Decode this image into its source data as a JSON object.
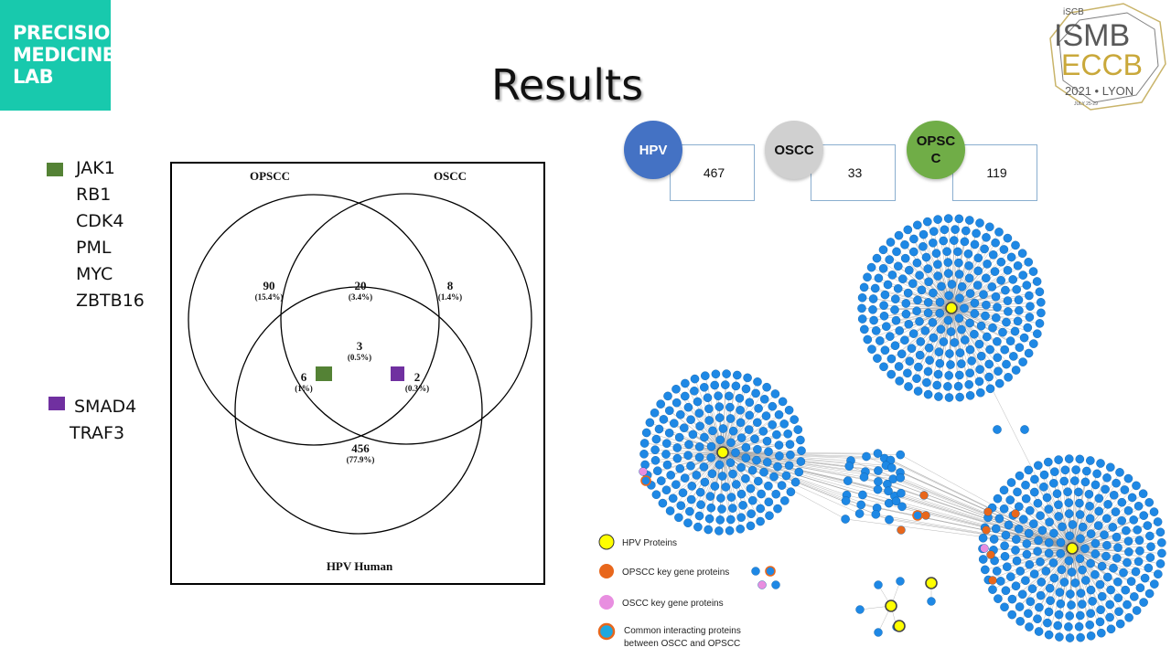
{
  "logo": {
    "lines": [
      "PRECISION",
      "MEDICINE",
      "LAB"
    ]
  },
  "conference_logo": {
    "badge": "iSCB",
    "line1": "ISMB",
    "line2": "ECCB",
    "line3": "2021 • LYON",
    "line4": "JULY 25-29"
  },
  "title": "Results",
  "gene_groups": [
    {
      "color": "#548235",
      "genes": [
        "JAK1",
        "RB1",
        "CDK4",
        "PML",
        "MYC",
        "ZBTB16"
      ]
    },
    {
      "color": "#7030a0",
      "genes": [
        "SMAD4",
        "TRAF3"
      ]
    }
  ],
  "venn": {
    "sets": [
      "OPSCC",
      "OSCC",
      "HPV Human"
    ],
    "regions": [
      {
        "label": "90",
        "pct": "(15.4%)"
      },
      {
        "label": "20",
        "pct": "(3.4%)"
      },
      {
        "label": "8",
        "pct": "(1.4%)"
      },
      {
        "label": "3",
        "pct": "(0.5%)"
      },
      {
        "label": "6",
        "pct": "(1%)"
      },
      {
        "label": "2",
        "pct": "(0.3%)"
      },
      {
        "label": "456",
        "pct": "(77.9%)"
      }
    ],
    "markers": {
      "green": "#548235",
      "purple": "#7030a0"
    }
  },
  "counts": [
    {
      "name": "HPV",
      "value": "467",
      "color": "#4472c4",
      "text_color": "#ffffff"
    },
    {
      "name": "OSCC",
      "value": "33",
      "color": "#d0d0d0",
      "text_color": "#111111"
    },
    {
      "name": "OPSC\nC",
      "value": "119",
      "color": "#70ad47",
      "text_color": "#111111"
    }
  ],
  "network": {
    "colors": {
      "node": "#1e88e5",
      "hpv": "#ffff00",
      "opscc": "#e8671c",
      "oscc": "#e88ee0",
      "common_ring": "#e8671c",
      "edge": "#9a9a9a"
    },
    "legend": [
      {
        "label": "HPV Proteins",
        "kind": "hpv"
      },
      {
        "label": "OPSCC  key gene proteins",
        "kind": "opscc"
      },
      {
        "label": "OSCC  key gene proteins",
        "kind": "oscc"
      },
      {
        "label": "Common interacting proteins",
        "label2": "between OSCC and OPSCC",
        "kind": "common"
      }
    ]
  }
}
